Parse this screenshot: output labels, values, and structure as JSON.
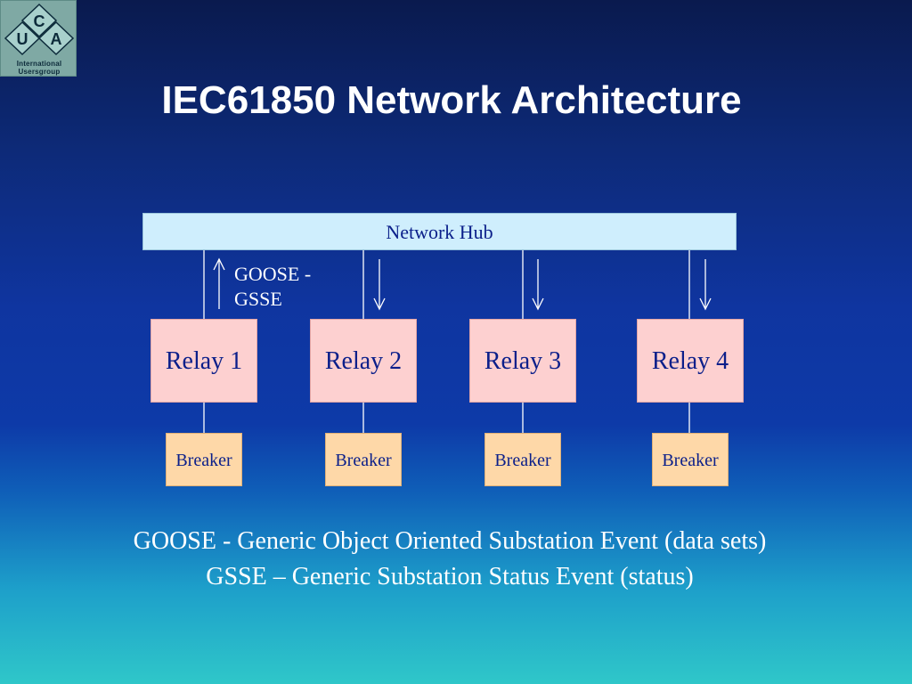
{
  "logo": {
    "letters": [
      "C",
      "U",
      "A"
    ],
    "line1": "International",
    "line2": "Usersgroup"
  },
  "title": "IEC61850 Network Architecture",
  "diagram": {
    "hub_label": "Network Hub",
    "message_label_line1": "GOOSE -",
    "message_label_line2": "GSSE",
    "relays": [
      "Relay 1",
      "Relay 2",
      "Relay 3",
      "Relay 4"
    ],
    "breakers": [
      "Breaker",
      "Breaker",
      "Breaker",
      "Breaker"
    ]
  },
  "legend": {
    "line1": "GOOSE - Generic Object Oriented Substation Event (data sets)",
    "line2": "GSSE – Generic Substation Status Event (status)"
  },
  "colors": {
    "hub_fill": "#cfeefd",
    "relay_fill": "#fdd0d0",
    "breaker_fill": "#fed8a8",
    "node_text": "#0b1f8a"
  }
}
